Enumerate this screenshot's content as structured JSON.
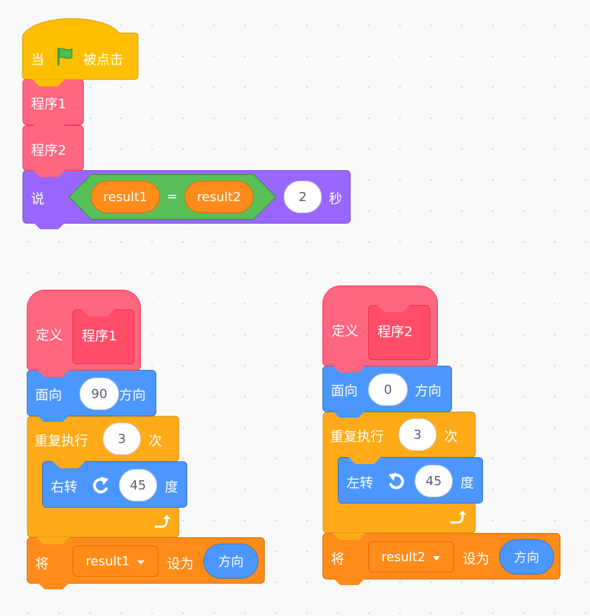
{
  "script_main": {
    "hat_when": "当",
    "hat_clicked": "被点击",
    "call_proc1": "程序1",
    "call_proc2": "程序2",
    "say_label": "说",
    "op_left": "result1",
    "op_symbol": "=",
    "op_right": "result2",
    "say_secs_value": "2",
    "say_secs_unit": "秒"
  },
  "def_proc1": {
    "define_label": "定义",
    "proc_name": "程序1",
    "point_label": "面向",
    "point_value": "90",
    "point_suffix": "方向",
    "repeat_label": "重复执行",
    "repeat_value": "3",
    "repeat_suffix": "次",
    "turn_label": "右转",
    "turn_value": "45",
    "turn_suffix": "度",
    "set_label": "将",
    "set_var": "result1",
    "set_to": "设为",
    "set_value": "方向"
  },
  "def_proc2": {
    "define_label": "定义",
    "proc_name": "程序2",
    "point_label": "面向",
    "point_value": "0",
    "point_suffix": "方向",
    "repeat_label": "重复执行",
    "repeat_value": "3",
    "repeat_suffix": "次",
    "turn_label": "左转",
    "turn_value": "45",
    "turn_suffix": "度",
    "set_label": "将",
    "set_var": "result2",
    "set_to": "设为",
    "set_value": "方向"
  },
  "colors": {
    "events": "#ffbf00",
    "custom": "#ff6680",
    "looks": "#9966ff",
    "operators": "#59c059",
    "motion": "#4c97ff",
    "control": "#ffab19",
    "variables": "#ff8c1a"
  },
  "icons": {
    "green_flag": "green-flag-icon",
    "turn_right": "rotate-right-icon",
    "turn_left": "rotate-left-icon",
    "loop_arrow": "loop-arrow-icon",
    "dropdown": "dropdown-arrow-icon"
  }
}
